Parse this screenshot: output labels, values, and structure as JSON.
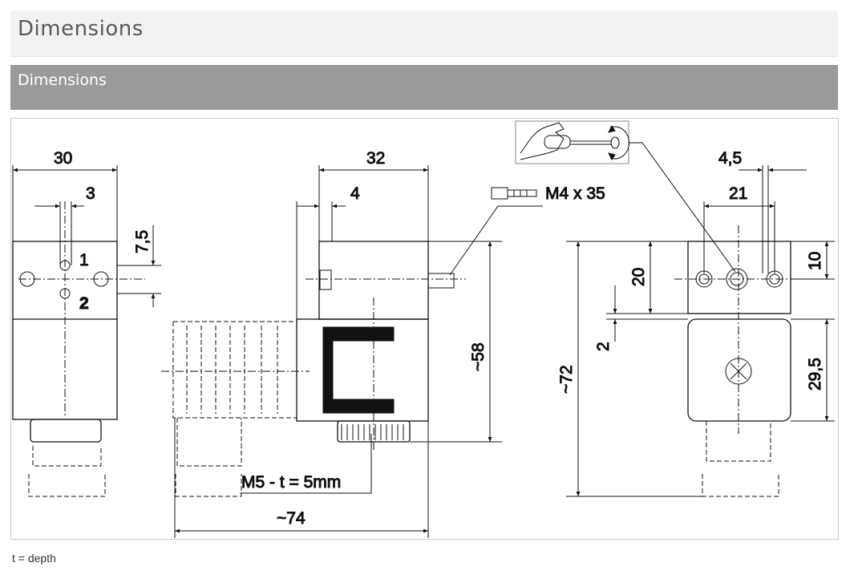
{
  "page_title": "Dimensions",
  "section_title": "Dimensions",
  "caption": "t = depth",
  "drawing": {
    "icons": [
      "screwdriver-hand-icon",
      "screw-icon"
    ],
    "labels": {
      "d30": "30",
      "d3": "3",
      "d7_5": "7,5",
      "pin1": "1",
      "pin2": "2",
      "d32": "32",
      "d4": "4",
      "m4": "M4 x 35",
      "d58": "~58",
      "d74": "~74",
      "m5": "M5 - t = 5mm",
      "d4_5": "4,5",
      "d21": "21",
      "d10": "10",
      "d20": "20",
      "d2": "2",
      "d29_5": "29,5",
      "d72": "~72"
    }
  }
}
